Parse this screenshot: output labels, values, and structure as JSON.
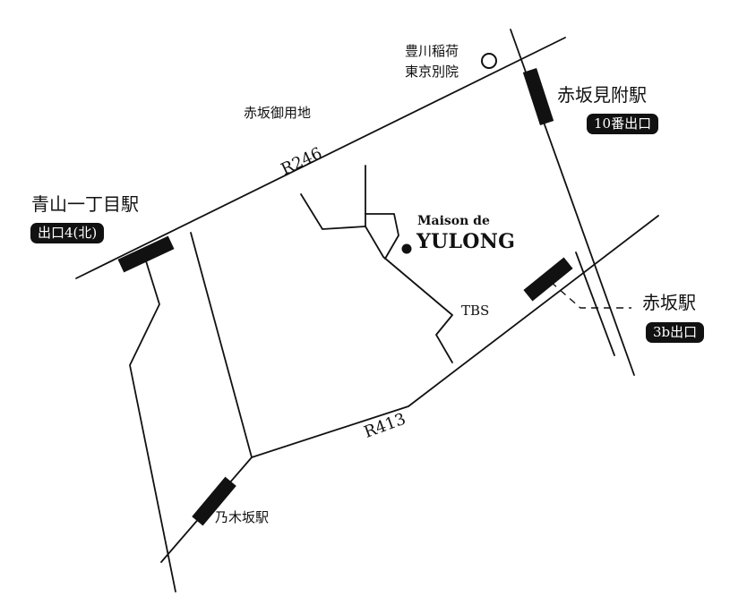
{
  "labels": {
    "shrine_line1": "豊川稲荷",
    "shrine_line2": "東京別院",
    "akasaka_palace": "赤坂御用地",
    "akasaka_mitsuke_station": "赤坂見附駅",
    "akasaka_mitsuke_exit": "10番出口",
    "aoyama_station": "青山一丁目駅",
    "aoyama_exit": "出口4(北)",
    "r246": "R246",
    "maison_top": "Maison de",
    "maison_main": "YULONG",
    "tbs": "TBS",
    "akasaka_station": "赤坂駅",
    "akasaka_exit": "3b出口",
    "r413": "R413",
    "nogizaka_station": "乃木坂駅"
  },
  "icons": {
    "shrine": "circle-icon",
    "destination": "filled-circle-icon"
  }
}
